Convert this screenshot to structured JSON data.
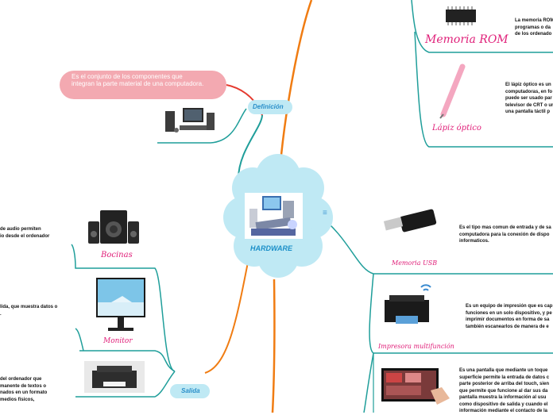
{
  "root": {
    "label": "HARDWARE"
  },
  "definicion": {
    "label": "Definición",
    "text": "Es el conjunto de los componentes que integran la parte material de una computadora."
  },
  "salida": {
    "label": "Salida",
    "items": [
      {
        "name": "Bocinas",
        "text": "de audio permiten\nio desde el ordenador"
      },
      {
        "name": "Monitor",
        "text": "lida, que muestra datos o\n."
      },
      {
        "name": "",
        "text": "del ordenador que\nmanente de textos o\nnados en un formato\nmedios físicos,"
      }
    ]
  },
  "right_top": [
    {
      "name": "Memoria ROM",
      "text": "La memoria ROM\nprogramas o da\nde los ordenado"
    },
    {
      "name": "Lápiz óptico",
      "text": "El lápiz óptico es un\ncomputadoras, en fo\npuede ser usado par\ntelevisor de CRT o un\nuna pantalla táctil p"
    }
  ],
  "right_bottom": [
    {
      "name": "Memoria USB",
      "text": "Es el tipo mas comun de entrada y de sa\ncomputadora para la conexión de dispo\ninformaticos."
    },
    {
      "name": "Impresora multifunción",
      "text": "Es un equipo de impresión que es cap\nfunciones en un solo dispositivo, y pe\nimprimir documentos en forma de sa\ntambién escanearlos de manera de e"
    },
    {
      "name": "",
      "text": "Es una pantalla que mediante un toque\nsuperficie permite la entrada de datos c\nparte posterior de arriba del touch, sien\nque permite que funcione al dar sus da\npantalla muestra la información al usu\ncomo dispositivo de salida y cuando el\ninformación mediante el contacto de la"
    }
  ],
  "colors": {
    "cloud": "#bfe9f4",
    "branch_teal": "#1f9e9a",
    "branch_orange": "#f07c12",
    "branch_red": "#e53a2f",
    "pill": "#f3a9b1",
    "script_pink": "#e0217a",
    "node_blue": "#2a8fc9"
  },
  "icons": [
    "note-icon"
  ]
}
